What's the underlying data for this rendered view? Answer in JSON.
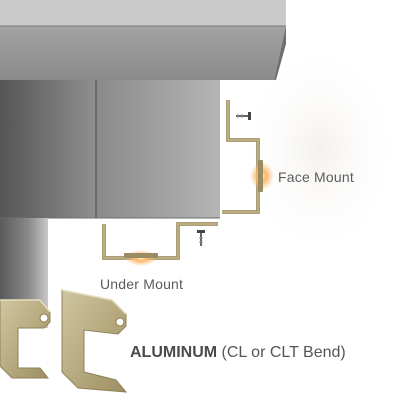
{
  "labels": {
    "face_mount": "Face Mount",
    "under_mount": "Under Mount",
    "material_bold": "ALUMINUM",
    "material_rest": " (CL or CLT Bend)"
  },
  "colors": {
    "fascia_dark": "#5e5e5e",
    "fascia_light": "#a7a7a7",
    "roof_edge": "#c4c4c4",
    "channel_tan": "#b6a77c",
    "channel_light": "#d8cfa8",
    "light_glow": "#ffc98a",
    "label_text": "#5c5c5c"
  },
  "icons": [
    "screw-icon",
    "led-light-icon",
    "channel-profile-icon"
  ]
}
